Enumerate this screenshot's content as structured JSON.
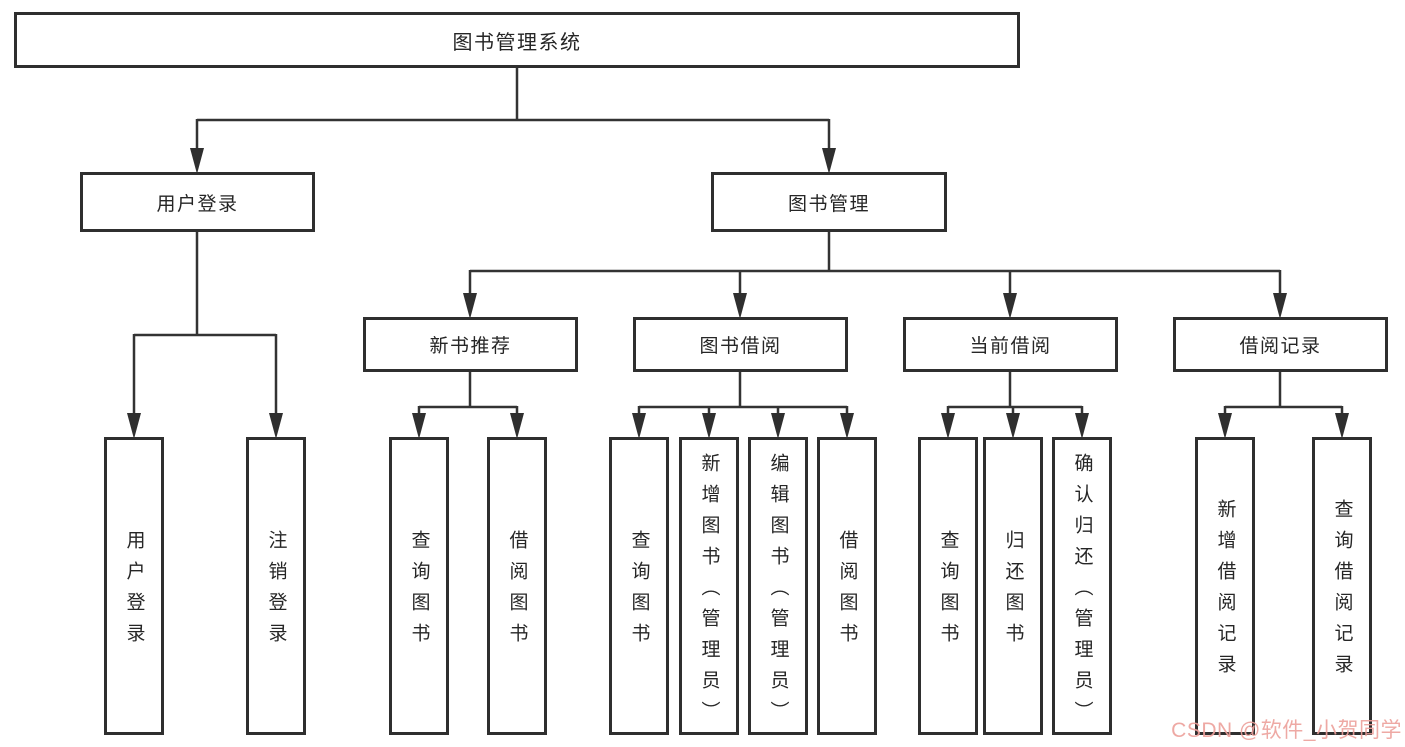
{
  "diagram": {
    "root": {
      "label": "图书管理系统"
    },
    "branches": [
      {
        "label": "用户登录",
        "children": [
          {
            "label": "用户登录"
          },
          {
            "label": "注销登录"
          }
        ]
      },
      {
        "label": "图书管理",
        "children": [
          {
            "label": "新书推荐",
            "children": [
              {
                "label": "查询图书"
              },
              {
                "label": "借阅图书"
              }
            ]
          },
          {
            "label": "图书借阅",
            "children": [
              {
                "label": "查询图书"
              },
              {
                "label": "新增图书（管理员）"
              },
              {
                "label": "编辑图书（管理员）"
              },
              {
                "label": "借阅图书"
              }
            ]
          },
          {
            "label": "当前借阅",
            "children": [
              {
                "label": "查询图书"
              },
              {
                "label": "归还图书"
              },
              {
                "label": "确认归还（管理员）"
              }
            ]
          },
          {
            "label": "借阅记录",
            "children": [
              {
                "label": "新增借阅记录"
              },
              {
                "label": "查询借阅记录"
              }
            ]
          }
        ]
      }
    ]
  },
  "watermark": {
    "text": "CSDN @软件_小贺同学",
    "color": "#eda09b"
  },
  "colors": {
    "line": "#333333",
    "box_border": "#2f2f2f",
    "text": "#262626",
    "background": "#ffffff"
  }
}
